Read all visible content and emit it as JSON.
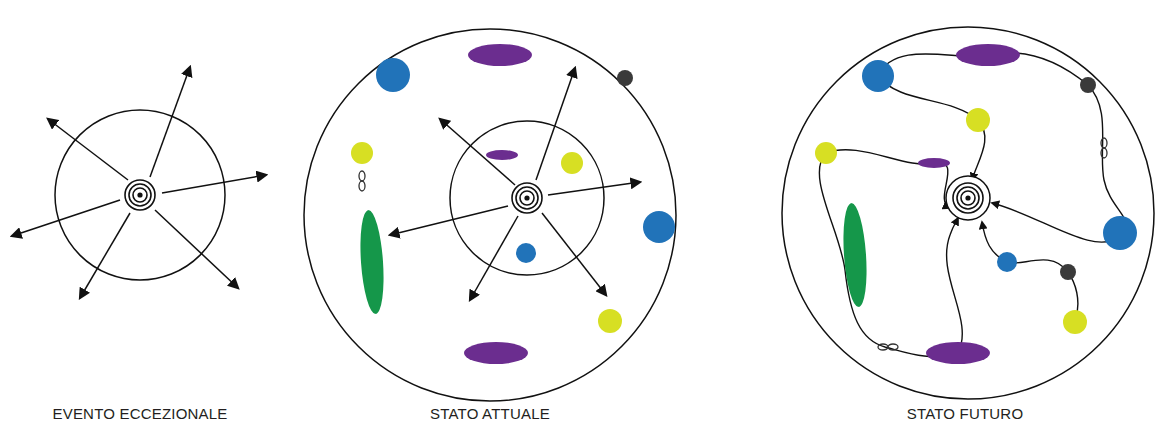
{
  "diagram": {
    "nodes": [
      {
        "text": [
          "EVENTO ECCEZIONALE"
        ]
      },
      {
        "text": [
          "STATO ATTUALE"
        ]
      },
      {
        "text": [
          "STATO FUTURO"
        ]
      }
    ]
  }
}
